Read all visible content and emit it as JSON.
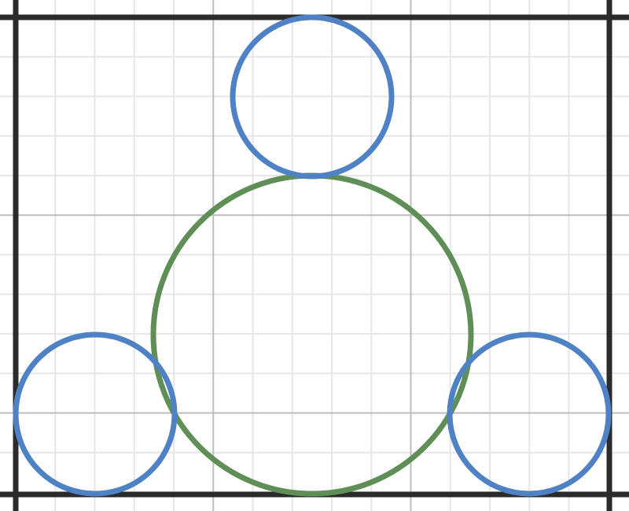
{
  "diagram": {
    "colors": {
      "background": "#ffffff",
      "minor_grid": "#e6e6e6",
      "major_grid": "#bdbdbd",
      "boundary_lines": "#2b2b2b",
      "large_circle": "#5f8f57",
      "small_circles": "#4f81c5"
    },
    "shapes": {
      "large_circle": {
        "color_key": "large_circle"
      },
      "small_circles": [
        {
          "id": "top",
          "color_key": "small_circles"
        },
        {
          "id": "bottom-left",
          "color_key": "small_circles"
        },
        {
          "id": "bottom-right",
          "color_key": "small_circles"
        }
      ]
    }
  }
}
